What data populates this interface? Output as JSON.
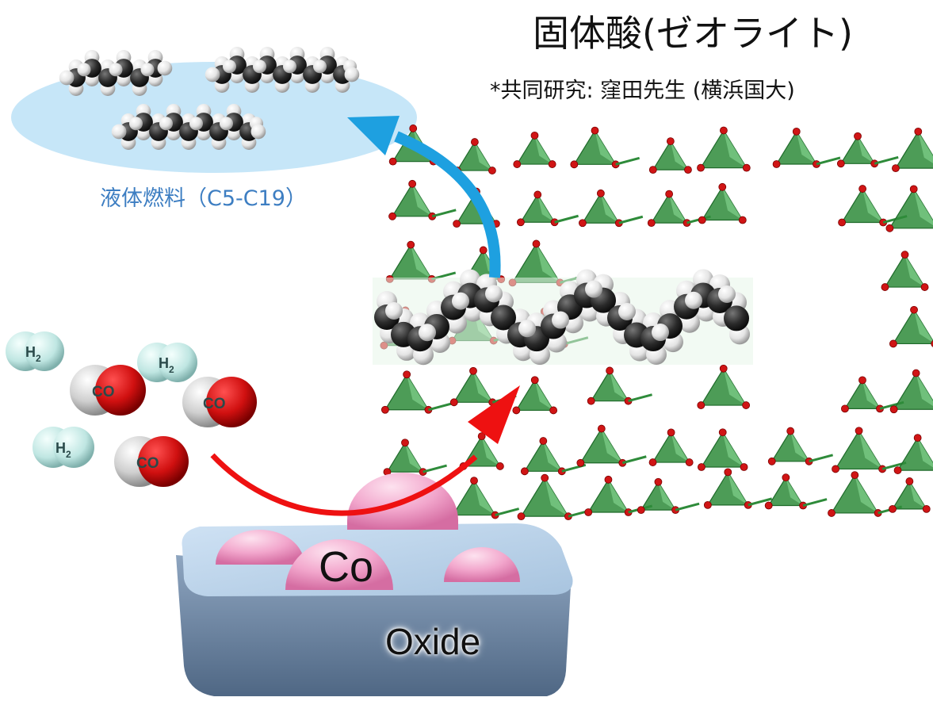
{
  "title": "固体酸(ゼオライト)",
  "subtitle": "*共同研究: 窪田先生 (横浜国大)",
  "product_label": "液体燃料（C5-C19）",
  "catalyst_label": "Co",
  "support_label": "Oxide",
  "molecules": {
    "h2_symbol": "H",
    "h2_subscript": "2",
    "co_symbol": "CO"
  },
  "colors": {
    "zeolite_green": "#2e8b3a",
    "oxygen_red": "#d01515",
    "cobalt_pink": "#f0a0c8",
    "oxide_blue": "#7f97b4",
    "reaction_arrow": "#ee1111",
    "product_arrow": "#1ea0e0",
    "product_cloud": "#c6e6f8",
    "carbon": "#2b2b2b",
    "hydrogen": "#ececec",
    "h2_molecule": "#c9ece8"
  }
}
